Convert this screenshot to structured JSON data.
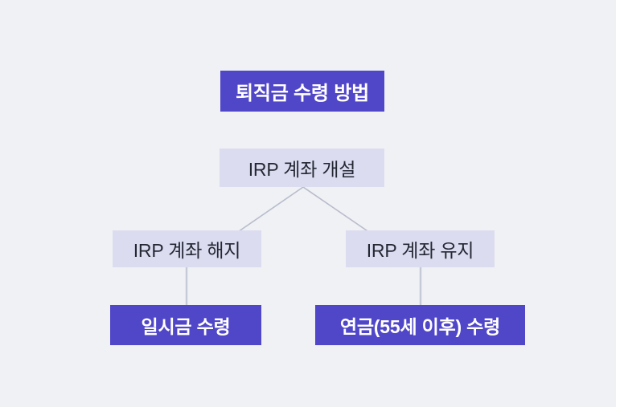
{
  "diagram": {
    "type": "hierarchy-tree",
    "title_node": "퇴직금 수령 방법",
    "background_color": "#eff1f5",
    "accent_color": "#5046c8",
    "soft_color": "#dcdcf0",
    "connector_color": "#b9bccb",
    "nodes": [
      {
        "id": "root",
        "label": "퇴직금 수령 방법",
        "level": 1,
        "style": "filled",
        "fill": "#5046c8",
        "text_color": "#ffffff"
      },
      {
        "id": "irp-open",
        "label": "IRP 계좌 개설",
        "level": 2,
        "style": "soft",
        "fill": "#dcdcf0",
        "text_color": "#242833"
      },
      {
        "id": "irp-close",
        "label": "IRP 계좌 해지",
        "level": 3,
        "style": "soft",
        "fill": "#dcdcf0",
        "text_color": "#242833"
      },
      {
        "id": "irp-keep",
        "label": "IRP 계좌 유지",
        "level": 3,
        "style": "soft",
        "fill": "#dcdcf0",
        "text_color": "#242833"
      },
      {
        "id": "lumpsum",
        "label": "일시금 수령",
        "level": 4,
        "style": "filled",
        "fill": "#5046c8",
        "text_color": "#ffffff"
      },
      {
        "id": "pension",
        "label": "연금(55세 이후) 수령",
        "level": 4,
        "style": "filled",
        "fill": "#5046c8",
        "text_color": "#ffffff"
      }
    ],
    "edges": [
      {
        "from": "irp-open",
        "to": "irp-close",
        "shape": "diagonal"
      },
      {
        "from": "irp-open",
        "to": "irp-keep",
        "shape": "diagonal"
      },
      {
        "from": "irp-close",
        "to": "lumpsum",
        "shape": "vertical"
      },
      {
        "from": "irp-keep",
        "to": "pension",
        "shape": "vertical"
      }
    ]
  }
}
